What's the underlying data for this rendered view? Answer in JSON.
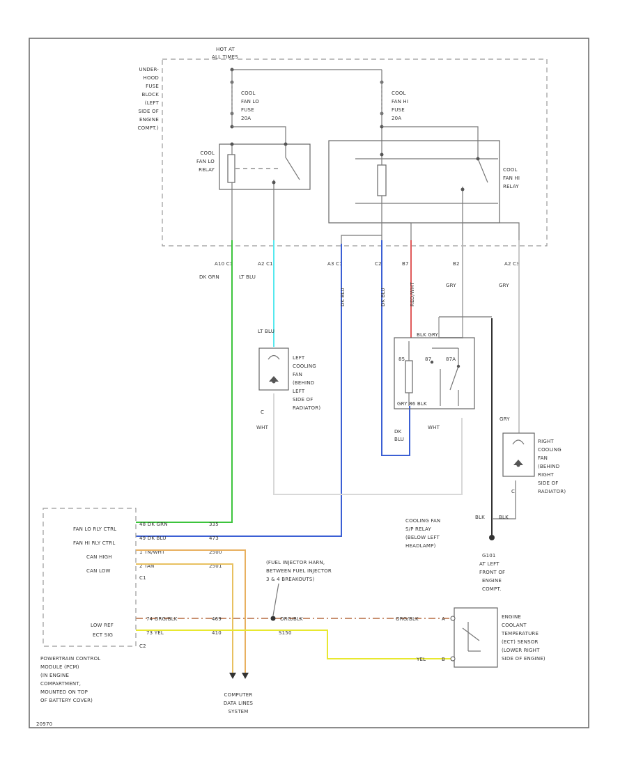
{
  "colors": {
    "dk_grn": "#3cc43c",
    "lt_blu": "#55e8ee",
    "dk_blu": "#3b5fd4",
    "red": "#e05a5a",
    "gry": "#b8b8b8",
    "blk": "#333333",
    "org": "#e8b060",
    "yel": "#e8e830",
    "orgblk": "#c89070",
    "frame": "#666666"
  },
  "labels": {
    "hot_at": "HOT AT",
    "all_times": "ALL TIMES",
    "fuse_block": [
      "UNDER-",
      "HOOD",
      "FUSE",
      "BLOCK",
      "(LEFT",
      "SIDE OF",
      "ENGINE",
      "COMPT.)"
    ],
    "fuse_lo": [
      "COOL",
      "FAN LO",
      "FUSE",
      "20A"
    ],
    "fuse_hi": [
      "COOL",
      "FAN HI",
      "FUSE",
      "20A"
    ],
    "relay_lo": [
      "COOL",
      "FAN LO",
      "RELAY"
    ],
    "relay_hi": [
      "COOL",
      "FAN HI",
      "RELAY"
    ],
    "conn_lo": "A10 C1",
    "conn_lt": "A2 C1",
    "conn_a3": "A3 C1",
    "conn_c2": "C2",
    "conn_b7": "B7",
    "conn_b2": "B2",
    "conn_a2c3": "A2 C3",
    "wire_dkgrn": "DK GRN",
    "wire_ltblu": "LT BLU",
    "wire_ltblu2": "LT BLU",
    "wire_gry1": "GRY",
    "wire_gry2": "GRY",
    "wire_gry3": "GRY",
    "wire_dkblu_v1": "DK BLU",
    "wire_dkblu_v2": "DK BLU",
    "wire_red_v": "RED/WHT",
    "left_fan": [
      "LEFT",
      "COOLING",
      "FAN",
      "(BEHIND",
      "LEFT",
      "SIDE OF",
      "RADIATOR)"
    ],
    "fan_c": "C",
    "fan_c2": "C",
    "wht1": "WHT",
    "wht2": "WHT",
    "spr_top": "BLK  GRY",
    "spr_pins": [
      "85",
      "87",
      "87A"
    ],
    "spr_bot": "GRY   86   BLK",
    "spr_relay": [
      "COOLING FAN",
      "S/P RELAY",
      "(BELOW LEFT",
      "HEADLAMP)"
    ],
    "dkblu_bot": [
      "DK",
      "BLU"
    ],
    "right_fan": [
      "RIGHT",
      "COOLING",
      "FAN",
      "(BEHIND",
      "RIGHT",
      "SIDE OF",
      "RADIATOR)"
    ],
    "gry_right": "GRY",
    "ground": [
      "G101",
      "AT LEFT",
      "FRONT OF",
      "ENGINE",
      "COMPT."
    ],
    "blk1": "BLK",
    "blk2": "BLK",
    "pcm_pins": [
      "FAN LO RLY CTRL",
      "FAN HI RLY CTRL",
      "CAN HIGH",
      "CAN LOW",
      "C1"
    ],
    "pcm_wires": [
      "48  DK GRN",
      "49  DK BLU",
      "1  TN/WHT",
      "2  TAN"
    ],
    "pcm_circuits": [
      "335",
      "473",
      "2500",
      "2501"
    ],
    "pcm_lower": [
      "LOW REF",
      "ECT SIG",
      "C2"
    ],
    "pcm_lower_wires": [
      "74  ORG/BLK",
      "73  YEL"
    ],
    "pcm_lower_circuits": [
      "469",
      "410"
    ],
    "pcm_name": [
      "POWERTRAIN CONTROL",
      "MODULE (PCM)",
      "(IN ENGINE",
      "COMPARTMENT,",
      "MOUNTED ON TOP",
      "OF BATTERY COVER)"
    ],
    "splice_label": [
      "(FUEL INJECTOR HARN,",
      "BETWEEN FUEL INJECTOR",
      "3 & 4 BREAKOUTS)"
    ],
    "s150": "S150",
    "orgblk1": "ORG/BLK",
    "orgblk2": "ORG/BLK",
    "yel_label": "YEL",
    "ect_pins": [
      "A",
      "B"
    ],
    "ect_name": [
      "ENGINE",
      "COOLANT",
      "TEMPERATURE",
      "(ECT) SENSOR",
      "(LOWER RIGHT",
      "SIDE OF ENGINE)"
    ],
    "computer": [
      "COMPUTER",
      "DATA LINES",
      "SYSTEM"
    ],
    "footer": "20970"
  }
}
